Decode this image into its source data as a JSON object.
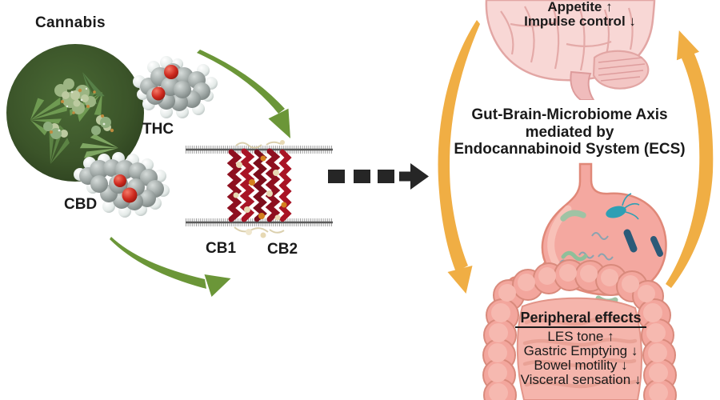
{
  "figure_title": "Cannabis gut-brain-microbiome axis diagram",
  "labels": {
    "cannabis": "Cannabis",
    "thc": "THC",
    "cbd": "CBD",
    "cb1": "CB1",
    "cb2": "CB2"
  },
  "brain_effects": {
    "appetite": "Appetite ↑",
    "impulse_control": "Impulse control ↓"
  },
  "axis_text": {
    "line1": "Gut-Brain-Microbiome Axis",
    "line2": "mediated by",
    "line3": "Endocannabinoid System (ECS)"
  },
  "peripheral_effects": {
    "title": "Peripheral effects",
    "items": [
      "LES tone  ↑",
      "Gastric Emptying ↓",
      "Bowel motility ↓",
      "Visceral sensation ↓"
    ]
  },
  "colors": {
    "text": "#1a1a1a",
    "green_arrow": "#6b9638",
    "orange_arrow": "#f0ae44",
    "dashed_arrow": "#262626",
    "receptor_red": "#8e1020",
    "receptor_red_light": "#a81425",
    "receptor_cream": "#e7d9b4",
    "receptor_orange": "#d4811f",
    "membrane_gray": "#5a5a5a",
    "brain_pink": "#f8d7d5",
    "brain_outline": "#e2a6a4",
    "stomach_pink": "#f4a8a0",
    "stomach_outline": "#e08878",
    "gut_pink": "#f3a69d",
    "gut_outline": "#d98a7c",
    "gut_inner": "#f6b9b0",
    "microbe_teal": "#2f9fb4",
    "microbe_navy": "#2b5a78",
    "microbe_sage": "#9fc3a4",
    "molecule_carbon": "#9aa3a1",
    "molecule_oxygen": "#cf2b20"
  }
}
